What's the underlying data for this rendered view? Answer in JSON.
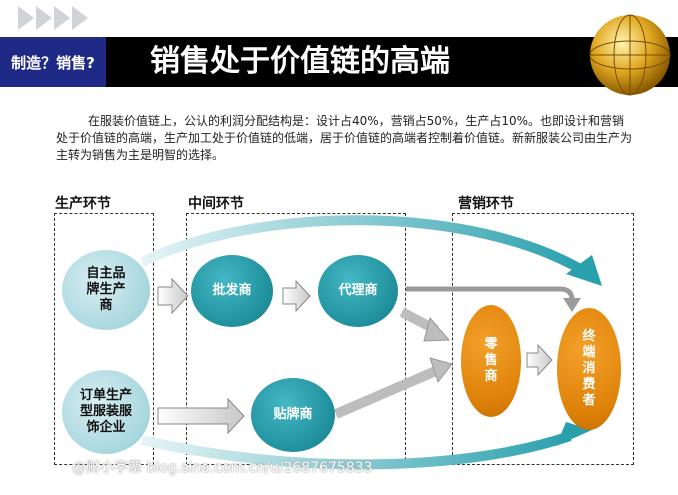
{
  "header": {
    "tag": "制造？销售?",
    "title": "销售处于价值链的高端"
  },
  "intro": "在服装价值链上，公认的利润分配结构是：设计占40%，营销占50%，生产占10%。也即设计和营销处于价值链的高端，生产加工处于价值链的低端，居于价值链的高端者控制着价值链。新新服装公司由生产为主转为销售为主是明智的选择。",
  "sections": {
    "production": "生产环节",
    "middle": "中间环节",
    "marketing": "营销环节"
  },
  "nodes": {
    "own_brand": "自主品牌生产商",
    "oem": "订单生产型服装服饰企业",
    "wholesaler": "批发商",
    "agent": "代理商",
    "label_maker": "贴牌商",
    "retailer": "零售商",
    "consumer": "终端消费者"
  },
  "colors": {
    "teal": "#1f8f9c",
    "teal_pale": "#a8d7de",
    "orange": "#de8108",
    "navy": "#1f2a86"
  },
  "icons": {
    "chevrons": "chevron-right-icon",
    "logo": "globe-logo-icon"
  },
  "watermark": "@财小字辈 blog.sina.com.cn/u/2687675833"
}
